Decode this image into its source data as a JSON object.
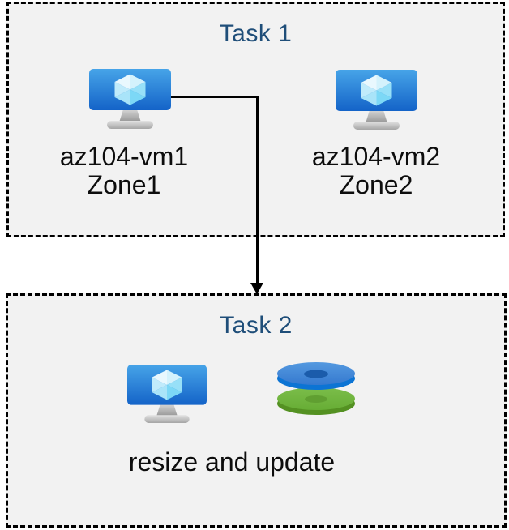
{
  "colors": {
    "page_background": "#ffffff",
    "box_fill": "#f2f2f2",
    "box_border": "#000000",
    "title_text": "#1f4e79",
    "label_text": "#0d0d0d",
    "arrow": "#000000",
    "vm_screen_top": "#47a4e8",
    "vm_screen_bottom": "#1463c8",
    "vm_cube_light": "#e9f8fe",
    "vm_cube_dark": "#7cd8f6",
    "vm_stand_gray": "#b5b5b5",
    "disk_blue_face": "#4288d8",
    "disk_blue_rim": "#0c74d4",
    "disk_blue_hole": "#1b5cab",
    "disk_green_face": "#6fb43c",
    "disk_green_rim": "#549122",
    "disk_green_hole": "#609f31"
  },
  "icons": {
    "vm": "virtual-machine-icon",
    "disks": "disk-stack-icon",
    "arrow": "arrow-down-connector"
  },
  "task1": {
    "title": "Task 1",
    "vms": [
      {
        "name": "az104-vm1",
        "zone": "Zone1"
      },
      {
        "name": "az104-vm2",
        "zone": "Zone2"
      }
    ]
  },
  "task2": {
    "title": "Task 2",
    "caption": "resize and update"
  }
}
